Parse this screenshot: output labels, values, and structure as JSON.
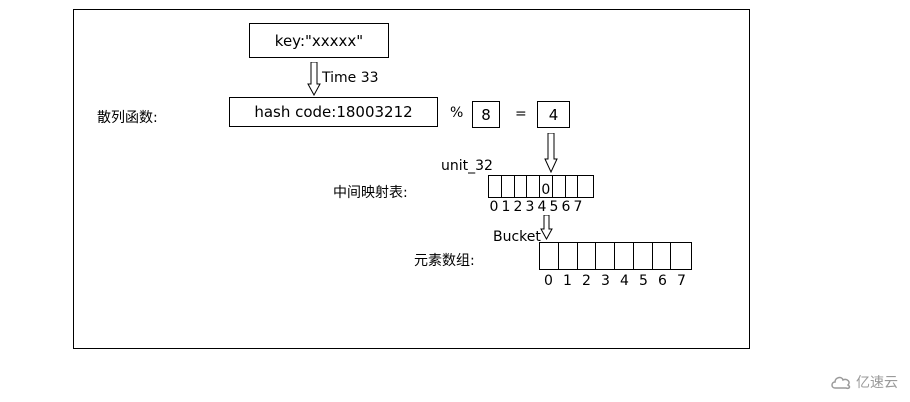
{
  "diagram": {
    "key_text": "key:\"xxxxx\"",
    "time_label": "Time 33",
    "hash_function_label": "散列函数:",
    "hash_code_text": "hash code:18003212",
    "mod_symbol": "%",
    "mod_value": "8",
    "equals_symbol": "=",
    "result_value": "4",
    "unit_label": "unit_32",
    "mapping_table_label": "中间映射表:",
    "mapping_cells": [
      "",
      "",
      "",
      "",
      "0",
      "",
      "",
      ""
    ],
    "mapping_indices": [
      "0",
      "1",
      "2",
      "3",
      "4",
      "5",
      "6",
      "7"
    ],
    "bucket_label": "Bucket",
    "element_array_label": "元素数组:",
    "element_cells": [
      "",
      "",
      "",
      "",
      "",
      "",
      "",
      ""
    ],
    "element_indices": [
      "0",
      "1",
      "2",
      "3",
      "4",
      "5",
      "6",
      "7"
    ]
  },
  "watermark": {
    "text": "亿速云",
    "icon": "cloud-logo-icon"
  }
}
